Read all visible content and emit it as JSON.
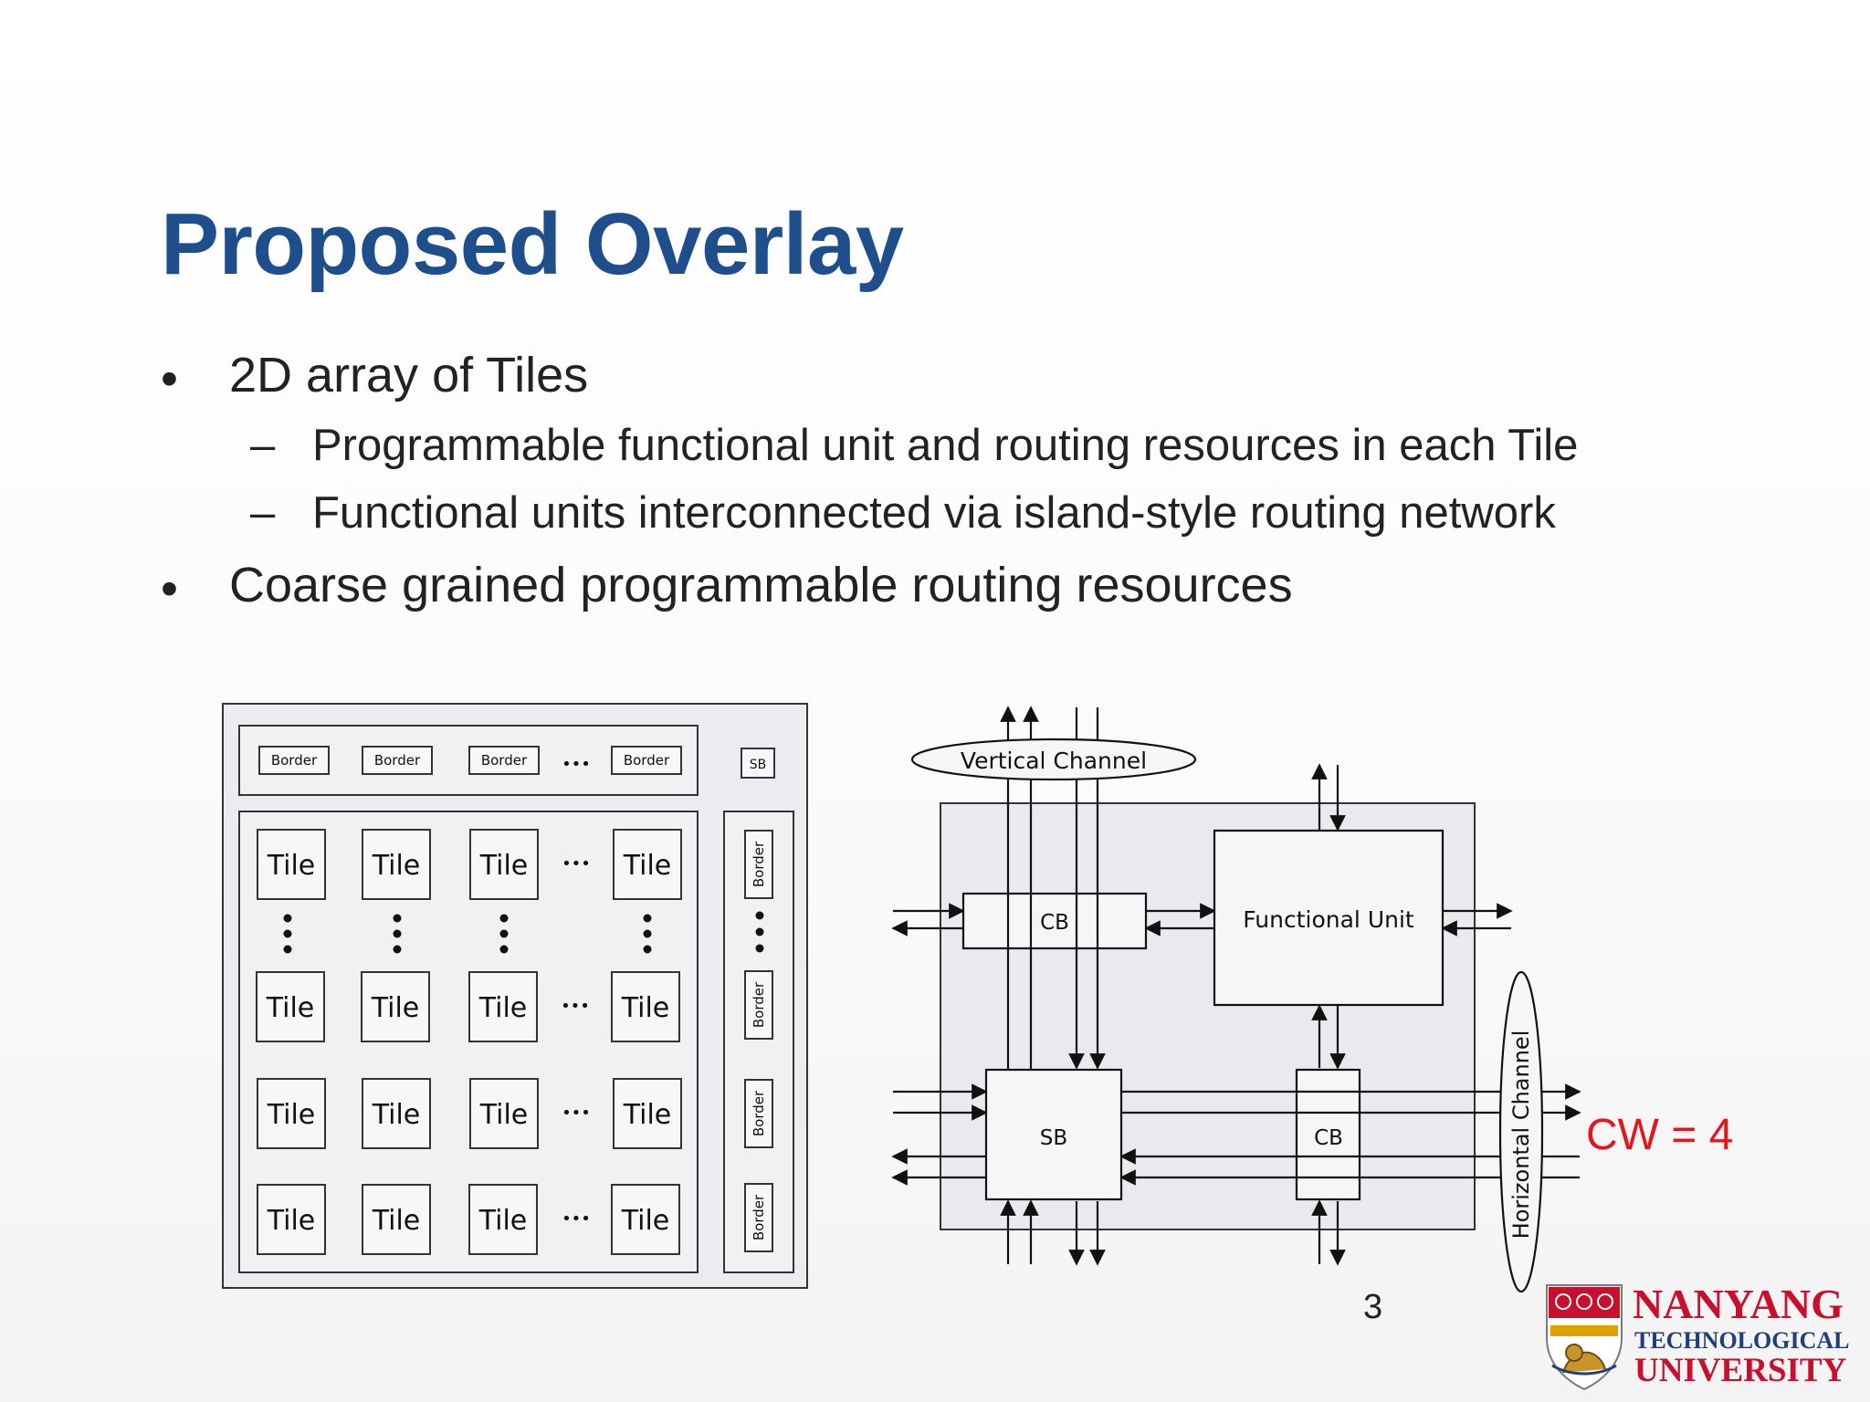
{
  "slide": {
    "title": "Proposed Overlay",
    "bullets": [
      {
        "text": "2D array of Tiles",
        "subs": [
          "Programmable functional unit and routing resources in each Tile",
          "Functional units interconnected via island-style routing network"
        ]
      },
      {
        "text": "Coarse grained programmable routing resources",
        "subs": []
      }
    ],
    "page_number": "3"
  },
  "tile_array": {
    "border_label": "Border",
    "tile_label": "Tile",
    "sb_label": "SB",
    "ellipsis": "•••"
  },
  "tile_diagram": {
    "vertical_channel": "Vertical Channel",
    "horizontal_channel": "Horizontal Channel",
    "cb_label": "CB",
    "sb_label": "SB",
    "functional_unit": "Functional Unit",
    "cw_label": "CW = 4"
  },
  "logo": {
    "line1": "NANYANG",
    "line2": "TECHNOLOGICAL",
    "line3": "UNIVERSITY"
  },
  "colors": {
    "title": "#1f4e8c",
    "cw": "#e2161b",
    "logo": "#c8102e",
    "logo_text": "#1f3f7a",
    "panel": "#e9e9ee"
  }
}
